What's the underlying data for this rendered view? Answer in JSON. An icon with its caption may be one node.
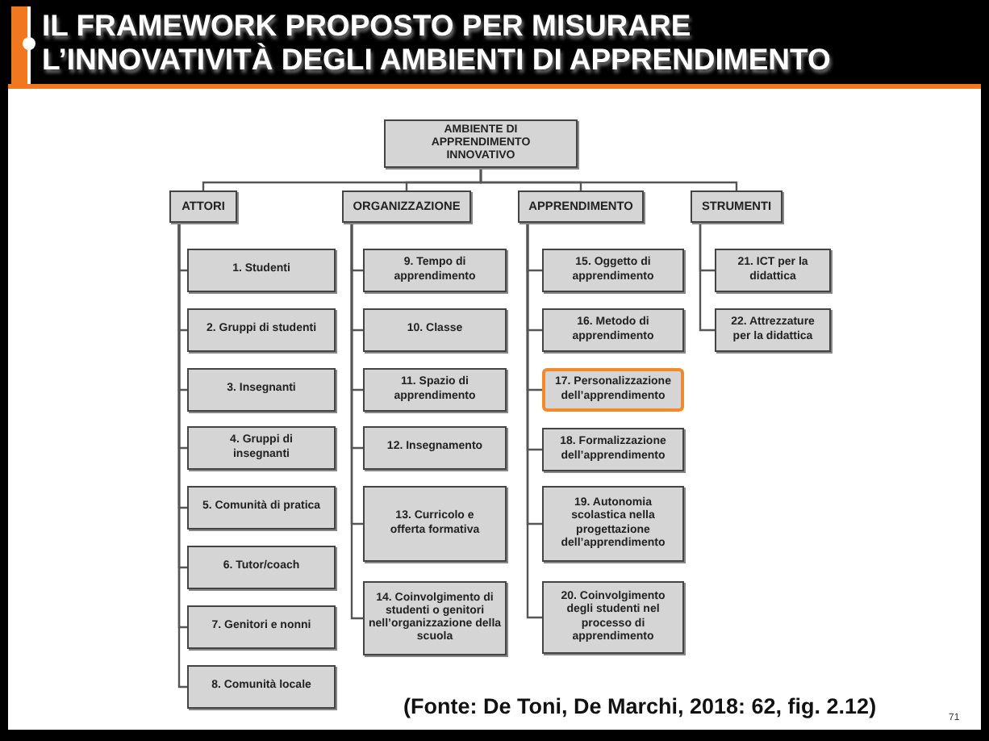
{
  "diagram": {
    "title": "IL FRAMEWORK PROPOSTO PER MISURARE L’INNOVATIVITÀ DEGLI AMBIENTI DI APPRENDIMENTO",
    "caption": "(Fonte: De Toni, De Marchi, 2018: 62, fig. 2.12)",
    "nodes": [
      {
        "text": [
          "AMBIENTE DI APPRENDIMENTO INNOVATIVO"
        ]
      },
      {
        "text": [
          "ATTORI"
        ]
      },
      {
        "text": [
          "ORGANIZZAZIONE"
        ]
      },
      {
        "text": [
          "APPRENDIMENTO"
        ]
      },
      {
        "text": [
          "STRUMENTI"
        ]
      },
      {
        "text": [
          "1. Studenti"
        ]
      },
      {
        "text": [
          "2. Gruppi di studenti"
        ]
      },
      {
        "text": [
          "3. Insegnanti"
        ]
      },
      {
        "text": [
          "4. Gruppi di insegnanti"
        ]
      },
      {
        "text": [
          "5. Comunità di pratica"
        ]
      },
      {
        "text": [
          "6. Tutor/coach"
        ]
      },
      {
        "text": [
          "7. Genitori e nonni"
        ]
      },
      {
        "text": [
          "8. Comunità locale"
        ]
      },
      {
        "text": [
          "9. Tempo di apprendimento"
        ]
      },
      {
        "text": [
          "10. Classe"
        ]
      },
      {
        "text": [
          "11. Spazio di apprendimento"
        ]
      },
      {
        "text": [
          "12. Insegnamento"
        ]
      },
      {
        "text": [
          "13. Curricolo e offerta formativa"
        ]
      },
      {
        "text": [
          "14. Coinvolgimento di studenti o genitori nell’organizzazione della scuola"
        ]
      },
      {
        "text": [
          "15. Oggetto di apprendimento"
        ]
      },
      {
        "text": [
          "16. Metodo di apprendimento"
        ]
      },
      {
        "text": [
          "17. Personalizzazione dell’apprendimento"
        ]
      },
      {
        "text": [
          "18. Formalizzazione dell’apprendimento"
        ]
      },
      {
        "text": [
          "19. Autonomia scolastica nella progettazione dell’apprendimento"
        ]
      },
      {
        "text": [
          "20. Coinvolgimento degli studenti nel processo di apprendimento"
        ]
      },
      {
        "text": [
          "21. ICT per la didattica"
        ]
      },
      {
        "text": [
          "22. Attrezzature per la didattica"
        ]
      }
    ],
    "edges": [
      {
        "from": 0,
        "to": 1,
        "arrow": "none"
      },
      {
        "from": 0,
        "to": 2,
        "arrow": "none"
      },
      {
        "from": 0,
        "to": 3,
        "arrow": "none"
      },
      {
        "from": 0,
        "to": 4,
        "arrow": "none"
      },
      {
        "from": 1,
        "to": 5,
        "arrow": "none"
      },
      {
        "from": 1,
        "to": 6,
        "arrow": "none"
      },
      {
        "from": 1,
        "to": 7,
        "arrow": "none"
      },
      {
        "from": 1,
        "to": 8,
        "arrow": "none"
      },
      {
        "from": 1,
        "to": 9,
        "arrow": "none"
      },
      {
        "from": 1,
        "to": 10,
        "arrow": "none"
      },
      {
        "from": 1,
        "to": 11,
        "arrow": "none"
      },
      {
        "from": 1,
        "to": 12,
        "arrow": "none"
      },
      {
        "from": 2,
        "to": 13,
        "arrow": "none"
      },
      {
        "from": 2,
        "to": 14,
        "arrow": "none"
      },
      {
        "from": 2,
        "to": 15,
        "arrow": "none"
      },
      {
        "from": 2,
        "to": 16,
        "arrow": "none"
      },
      {
        "from": 2,
        "to": 17,
        "arrow": "none"
      },
      {
        "from": 2,
        "to": 18,
        "arrow": "none"
      },
      {
        "from": 3,
        "to": 19,
        "arrow": "none"
      },
      {
        "from": 3,
        "to": 20,
        "arrow": "none"
      },
      {
        "from": 3,
        "to": 21,
        "arrow": "none"
      },
      {
        "from": 3,
        "to": 22,
        "arrow": "none"
      },
      {
        "from": 3,
        "to": 23,
        "arrow": "none"
      },
      {
        "from": 3,
        "to": 24,
        "arrow": "none"
      },
      {
        "from": 4,
        "to": 25,
        "arrow": "none"
      },
      {
        "from": 4,
        "to": 26,
        "arrow": "none"
      }
    ],
    "labels": [
      "71"
    ]
  }
}
